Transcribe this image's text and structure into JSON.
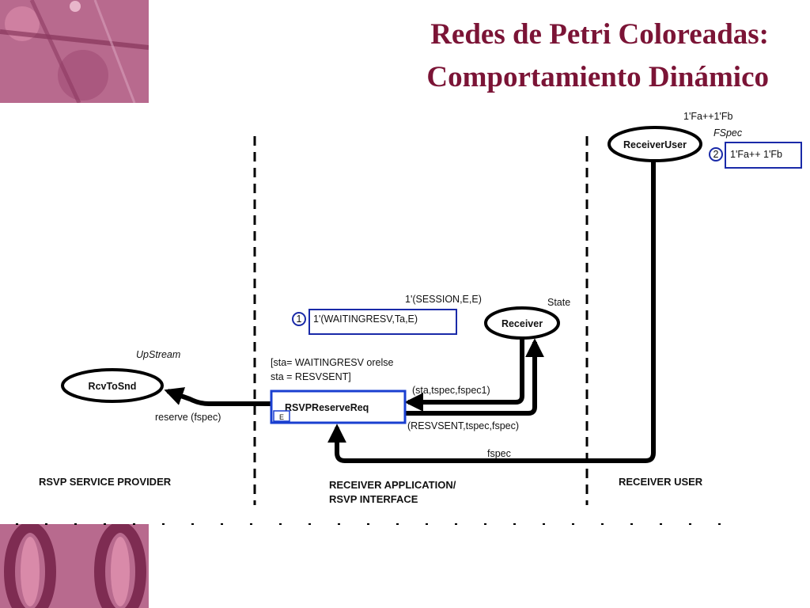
{
  "slide": {
    "title_line1": "Redes de Petri Coloreadas:",
    "title_line2": "Comportamiento Dinámico"
  },
  "colors": {
    "title": "#7b1436",
    "decoration": "#b86a8e",
    "marking_box": "#1a2aa8",
    "transition_box": "#1a3fd0"
  },
  "diagram": {
    "places": {
      "receiver_user": {
        "label": "ReceiverUser",
        "color_set": "FSpec",
        "initial_marking": "1'Fa++1'Fb",
        "marking_count": "2",
        "current_marking": "1'Fa++ 1'Fb"
      },
      "receiver": {
        "label": "Receiver",
        "color_set": "State",
        "initial_marking": "1'(SESSION,E,E)",
        "marking_count": "1",
        "current_marking": "1'(WAITINGRESV,Ta,E)"
      },
      "rcv_to_snd": {
        "label": "RcvToSnd",
        "color_set": "UpStream"
      }
    },
    "transition": {
      "label": "RSVPReserveReq",
      "guard_line1": "[sta= WAITINGRESV orelse",
      "guard_line2": "sta = RESVSENT]",
      "enabled_tag": "E"
    },
    "arcs": {
      "receiver_in": "(sta,tspec,fspec1)",
      "receiver_out": "(RESVSENT,tspec,fspec)",
      "user_in": "fspec",
      "rcvtosnd_out": "reserve (fspec)"
    },
    "sections": {
      "provider": "RSVP SERVICE PROVIDER",
      "application_line1": "RECEIVER APPLICATION/",
      "application_line2": "RSVP INTERFACE",
      "user": "RECEIVER USER"
    }
  }
}
